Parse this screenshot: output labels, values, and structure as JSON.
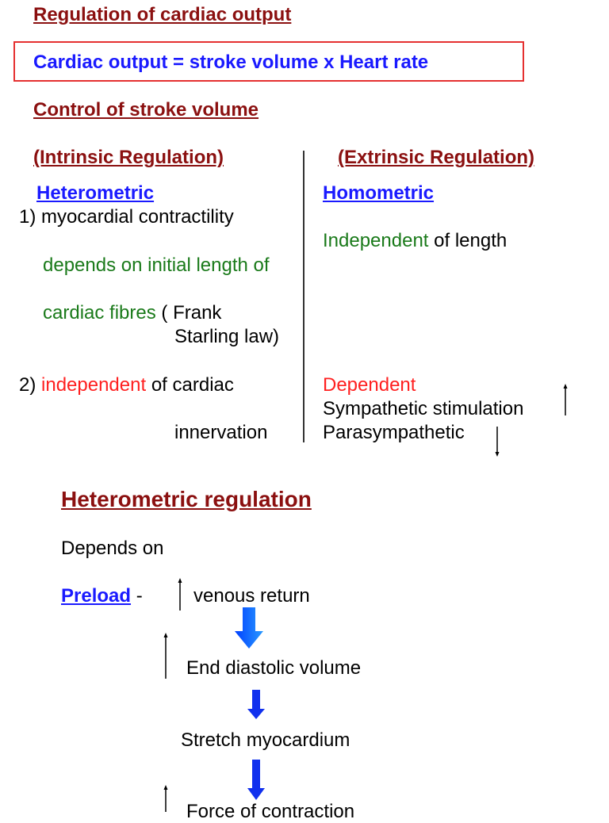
{
  "title": "Regulation of cardiac output",
  "formula": "Cardiac output = stroke volume x Heart rate",
  "control_heading": "Control of stroke volume",
  "intrinsic": {
    "heading": "(Intrinsic Regulation) ",
    "subheading": "Heterometric",
    "item1_prefix": "1) myocardial contractility",
    "item1_green_a": "depends on initial length of",
    "item1_green_b": "cardiac fibres",
    "item1_rest_a": " ( Frank",
    "item1_rest_b": "Starling law)",
    "item2_num": "2) ",
    "item2_red": "independent",
    "item2_rest": " of cardiac",
    "item2_cont": "innervation"
  },
  "extrinsic": {
    "heading": "(Extrinsic Regulation)",
    "subheading": "Homometric",
    "line1_green": "Independent",
    "line1_rest": " of length",
    "dependent": "Dependent",
    "sympathetic": "Sympathetic stimulation",
    "parasympathetic": "Parasympathetic"
  },
  "hetero": {
    "heading": "Heterometric regulation",
    "depends_on": "Depends on",
    "preload": "Preload",
    "preload_dash": " -",
    "venous_return": "venous return",
    "edv": "End diastolic volume",
    "stretch": "Stretch myocardium",
    "force": "Force of contraction"
  },
  "colors": {
    "heading_red": "#8b1010",
    "blue": "#1a1aff",
    "green": "#1a7a1a",
    "red": "#ff2020",
    "box_border": "#e53030",
    "flow_arrow": "#1a6aff"
  }
}
